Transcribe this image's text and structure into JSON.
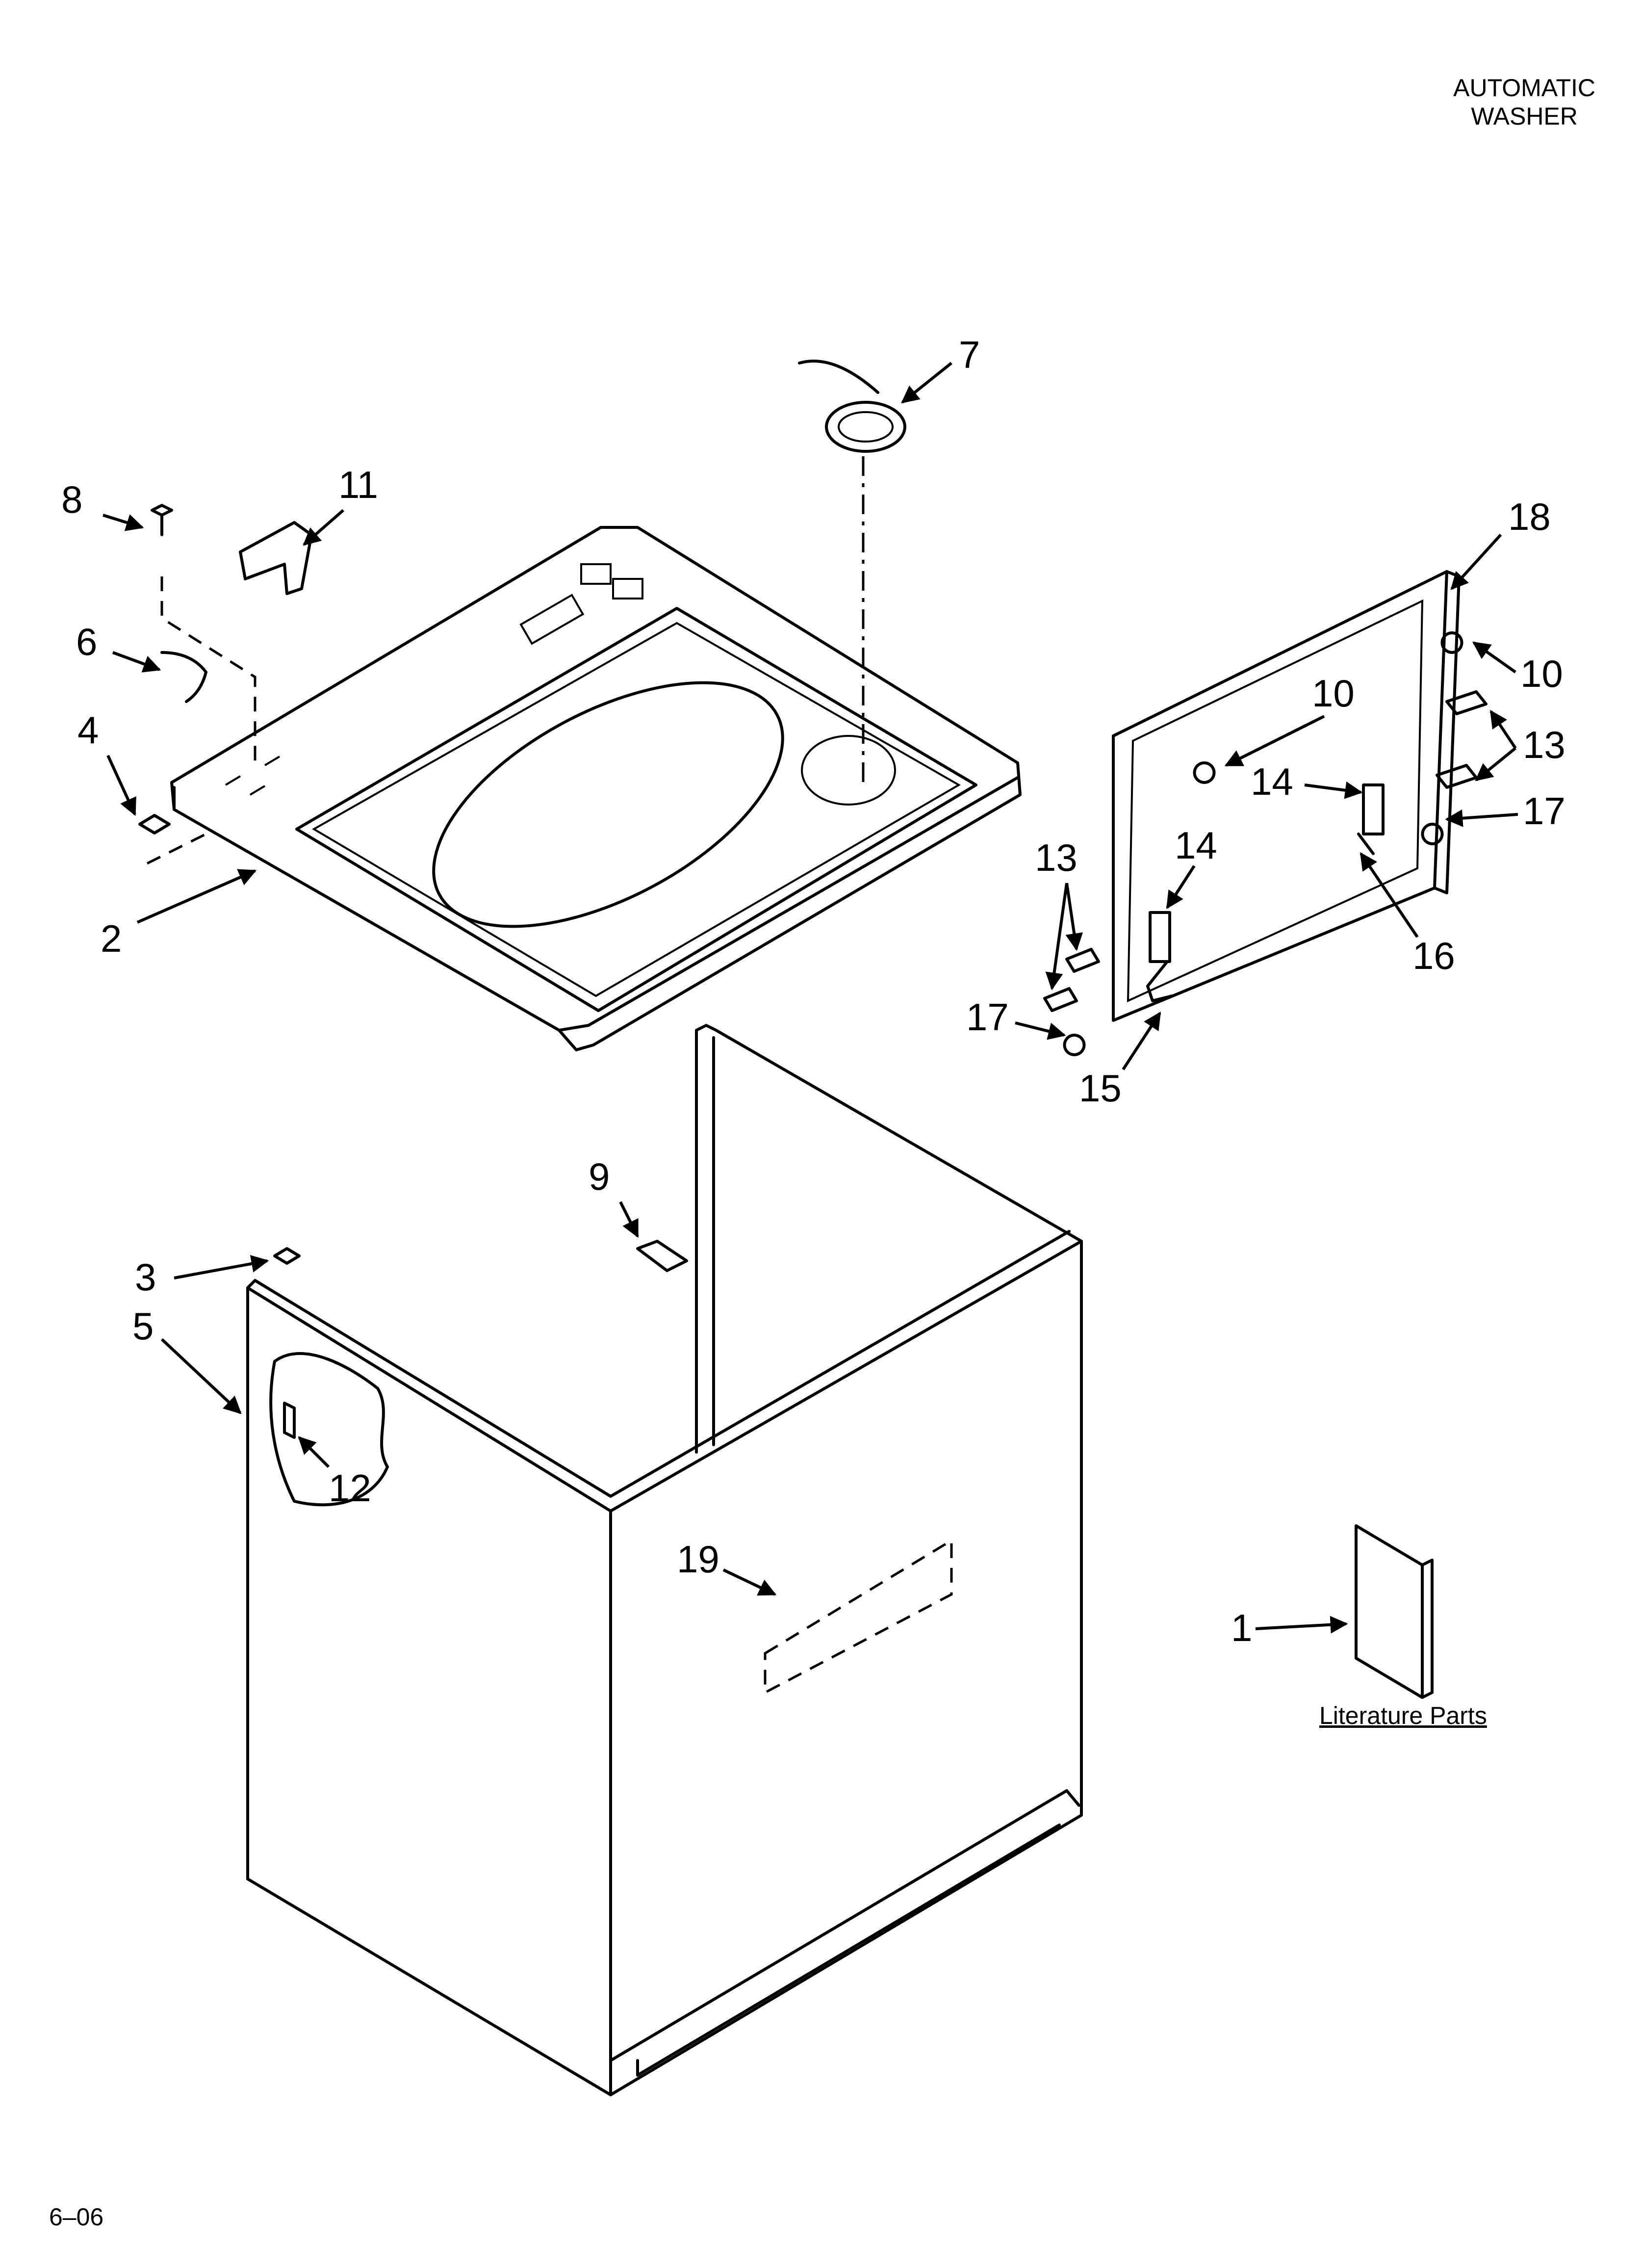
{
  "header": {
    "line1": "AUTOMATIC",
    "line2": "WASHER"
  },
  "footer": {
    "code": "6–06"
  },
  "literature": {
    "label": "Literature Parts"
  },
  "callouts": [
    {
      "id": "c1",
      "label": "1"
    },
    {
      "id": "c2",
      "label": "2"
    },
    {
      "id": "c3",
      "label": "3"
    },
    {
      "id": "c4",
      "label": "4"
    },
    {
      "id": "c5",
      "label": "5"
    },
    {
      "id": "c6",
      "label": "6"
    },
    {
      "id": "c7",
      "label": "7"
    },
    {
      "id": "c8",
      "label": "8"
    },
    {
      "id": "c9",
      "label": "9"
    },
    {
      "id": "c10a",
      "label": "10"
    },
    {
      "id": "c10b",
      "label": "10"
    },
    {
      "id": "c11",
      "label": "11"
    },
    {
      "id": "c12",
      "label": "12"
    },
    {
      "id": "c13a",
      "label": "13"
    },
    {
      "id": "c13b",
      "label": "13"
    },
    {
      "id": "c14a",
      "label": "14"
    },
    {
      "id": "c14b",
      "label": "14"
    },
    {
      "id": "c15",
      "label": "15"
    },
    {
      "id": "c16",
      "label": "16"
    },
    {
      "id": "c17a",
      "label": "17"
    },
    {
      "id": "c17b",
      "label": "17"
    },
    {
      "id": "c18",
      "label": "18"
    },
    {
      "id": "c19",
      "label": "19"
    }
  ]
}
